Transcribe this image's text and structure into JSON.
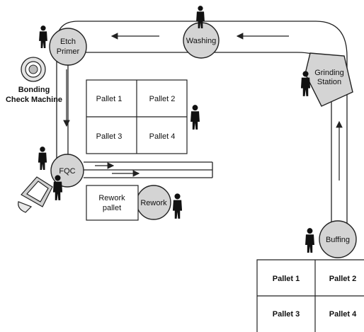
{
  "stations": {
    "etch_primer": [
      "Etch",
      "Primer"
    ],
    "washing": "Washing",
    "grinding": [
      "Grinding",
      "Station"
    ],
    "buffing": "Buffing",
    "fqc": "FQC",
    "rework": "Rework"
  },
  "bonding_machine": [
    "Bonding",
    "Check Machine"
  ],
  "rework_pallet": [
    "Rework",
    "pallet"
  ],
  "pallet_grid_center": [
    "Pallet 1",
    "Pallet 2",
    "Pallet 3",
    "Pallet 4"
  ],
  "pallet_grid_bottom": [
    "Pallet 1",
    "Pallet 2",
    "Pallet 3",
    "Pallet 4"
  ],
  "colors": {
    "line": "#222222",
    "station_fill": "#d4d4d4",
    "worker": "#111111"
  }
}
